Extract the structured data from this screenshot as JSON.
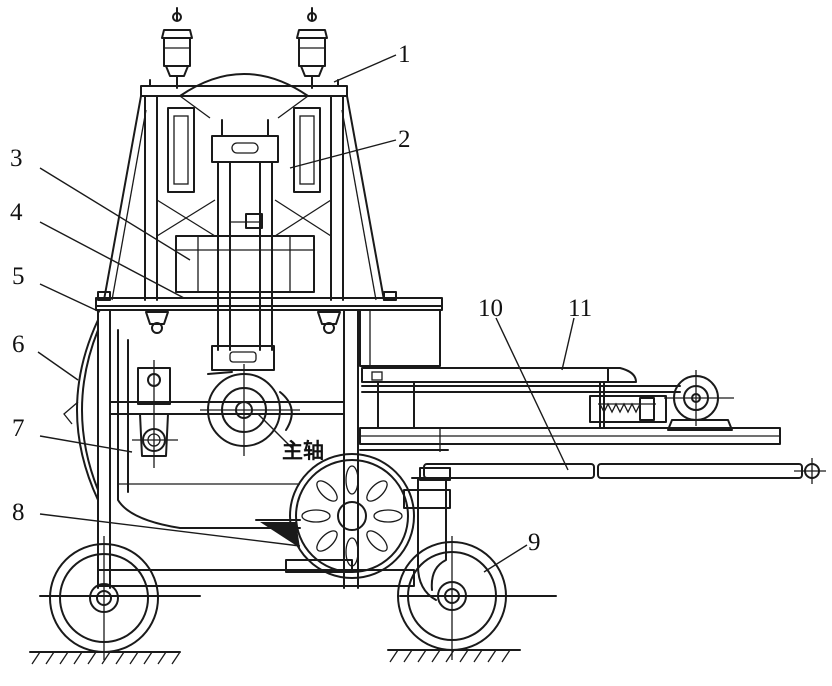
{
  "diagram": {
    "callouts": [
      {
        "id": "c1",
        "label": "1"
      },
      {
        "id": "c2",
        "label": "2"
      },
      {
        "id": "c3",
        "label": "3"
      },
      {
        "id": "c4",
        "label": "4"
      },
      {
        "id": "c5",
        "label": "5"
      },
      {
        "id": "c6",
        "label": "6"
      },
      {
        "id": "c7",
        "label": "7"
      },
      {
        "id": "c8",
        "label": "8"
      },
      {
        "id": "c9",
        "label": "9"
      },
      {
        "id": "c10",
        "label": "10"
      },
      {
        "id": "c11",
        "label": "11"
      }
    ],
    "spindle_label": "主轴"
  },
  "colors": {
    "ink": "#1a1a1a",
    "paper": "#ffffff"
  }
}
